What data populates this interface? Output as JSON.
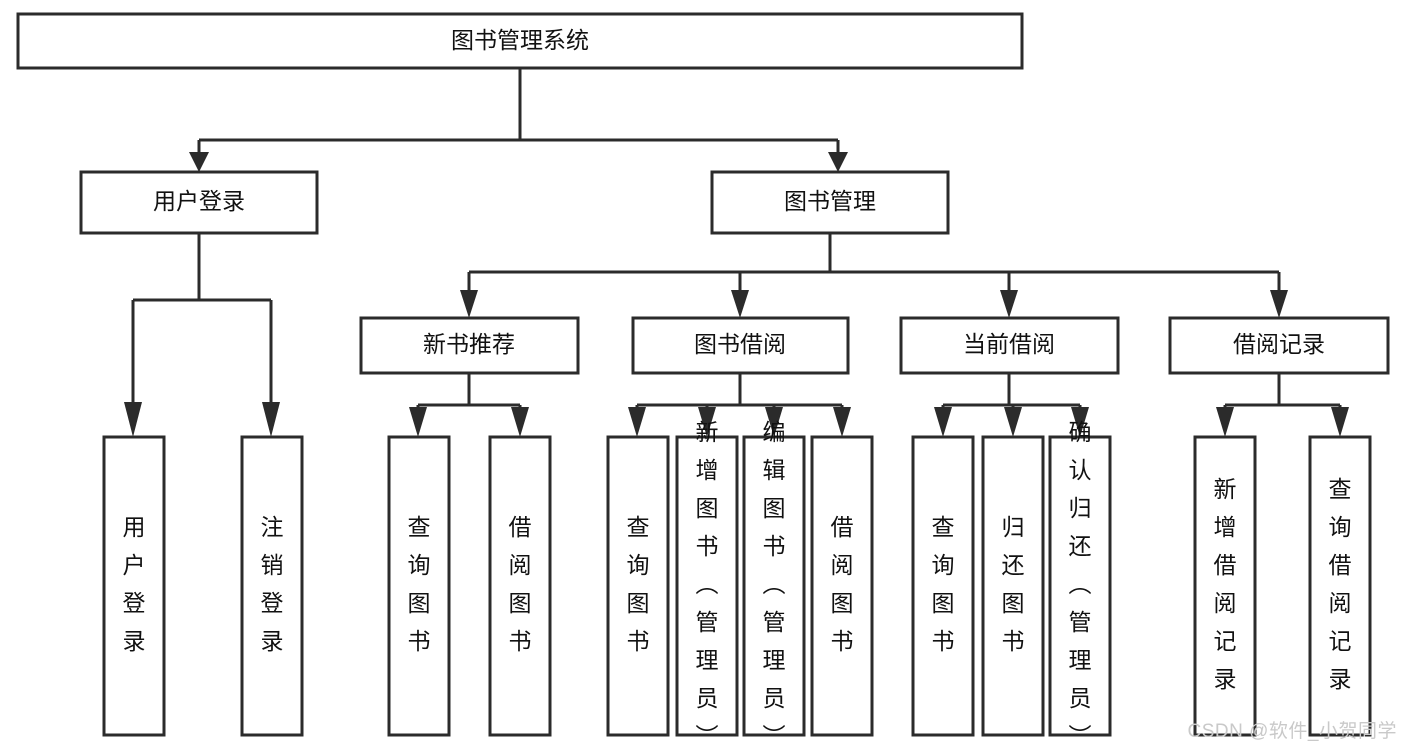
{
  "diagram": {
    "title": "图书管理系统",
    "type": "tree-hierarchy",
    "watermark": "CSDN @软件_小贺同学",
    "colors": {
      "background": "#ffffff",
      "box_fill": "#ffffff",
      "box_stroke": "#2b2b2b",
      "connector": "#2b2b2b",
      "text": "#111111",
      "watermark": "#c9c9c9"
    },
    "root": {
      "label": "图书管理系统"
    },
    "level2": [
      {
        "label": "用户登录"
      },
      {
        "label": "图书管理"
      }
    ],
    "level3": [
      {
        "label": "新书推荐"
      },
      {
        "label": "图书借阅"
      },
      {
        "label": "当前借阅"
      },
      {
        "label": "借阅记录"
      }
    ],
    "leaves": {
      "user_login": [
        {
          "label": "用户登录"
        },
        {
          "label": "注销登录"
        }
      ],
      "new_book_recommend": [
        {
          "label": "查询图书"
        },
        {
          "label": "借阅图书"
        }
      ],
      "book_borrow": [
        {
          "label": "查询图书"
        },
        {
          "label": "新增图书（管理员）"
        },
        {
          "label": "编辑图书（管理员）"
        },
        {
          "label": "借阅图书"
        }
      ],
      "current_borrow": [
        {
          "label": "查询图书"
        },
        {
          "label": "归还图书"
        },
        {
          "label": "确认归还（管理员）"
        }
      ],
      "borrow_record": [
        {
          "label": "新增借阅记录"
        },
        {
          "label": "查询借阅记录"
        }
      ]
    }
  }
}
